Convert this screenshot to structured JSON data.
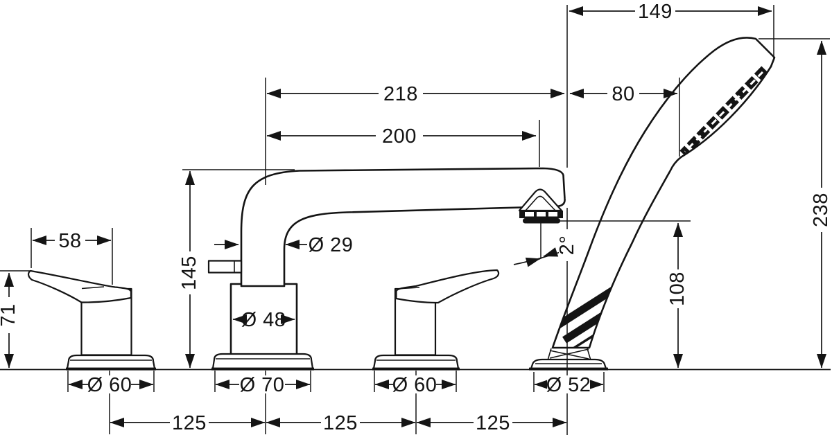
{
  "colors": {
    "ink": "#141414",
    "paper": "#ffffff"
  },
  "labels": {
    "top_width": "149",
    "spout_reach_full": "218",
    "head_offset": "80",
    "spout_reach_center": "200",
    "total_height": "238",
    "lever_length": "58",
    "lever_height": "71",
    "spout_height": "145",
    "spout_dia": "Ø 29",
    "body_dia": "Ø 48",
    "outlet_height": "108",
    "spout_angle": "2°",
    "base_left_dia": "Ø 60",
    "base_center_dia": "Ø 70",
    "base_right_dia": "Ø 60",
    "base_shower_dia": "Ø 52",
    "pitch_1": "125",
    "pitch_2": "125",
    "pitch_3": "125"
  }
}
